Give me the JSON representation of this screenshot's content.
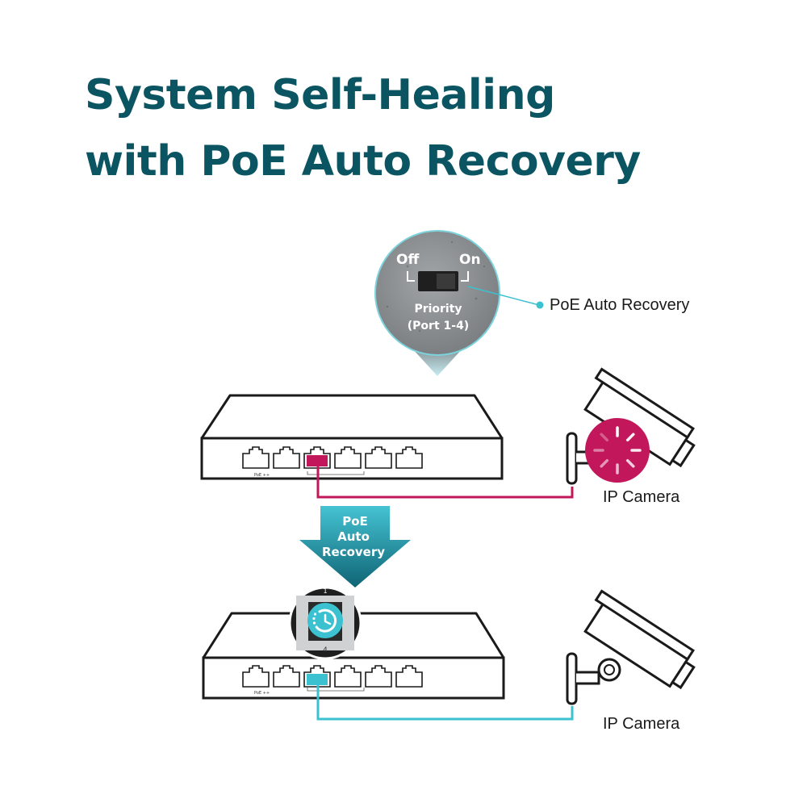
{
  "title": {
    "line1": "System Self-Healing",
    "line2": "with PoE Auto Recovery"
  },
  "zoom": {
    "switch_off": "Off",
    "switch_on": "On",
    "switch_label_1": "Priority",
    "switch_label_2": "(Port 1-4)"
  },
  "callout": {
    "label": "PoE Auto Recovery"
  },
  "arrow": {
    "line1": "PoE",
    "line2": "Auto",
    "line3": "Recovery"
  },
  "switch_top": {
    "port_label": "PoE ++"
  },
  "switch_bottom": {
    "port_label": "PoE ++",
    "port_num_top": "1",
    "port_num_bottom": "4"
  },
  "camera_top": {
    "label": "IP Camera"
  },
  "camera_bottom": {
    "label": "IP Camera"
  },
  "colors": {
    "title": "#0b5563",
    "fault": "#c2185b",
    "recovered": "#3cc1d0",
    "outline": "#1a1a1a",
    "arrow_dark": "#0f6474",
    "arrow_light": "#45c3d3"
  },
  "icons": [
    "recovery-icon",
    "loading-icon",
    "ethernet-port-icon"
  ]
}
